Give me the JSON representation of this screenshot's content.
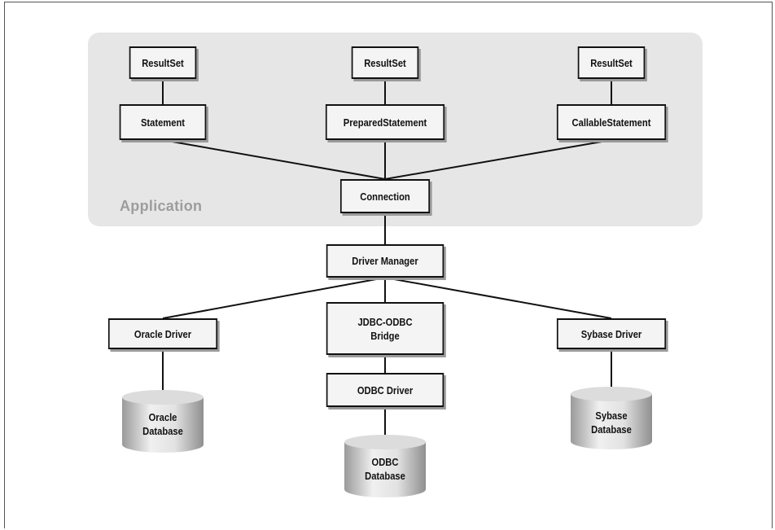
{
  "diagram": {
    "application_label": "Application",
    "nodes": {
      "resultset_1": "ResultSet",
      "resultset_2": "ResultSet",
      "resultset_3": "ResultSet",
      "statement": "Statement",
      "prepared_statement": "PreparedStatement",
      "callable_statement": "CallableStatement",
      "connection": "Connection",
      "driver_manager": "Driver Manager",
      "oracle_driver": "Oracle Driver",
      "jdbc_odbc_bridge": "JDBC-ODBC\nBridge",
      "sybase_driver": "Sybase Driver",
      "odbc_driver": "ODBC Driver"
    },
    "databases": {
      "oracle": "Oracle\nDatabase",
      "odbc": "ODBC\nDatabase",
      "sybase": "Sybase\nDatabase"
    }
  }
}
